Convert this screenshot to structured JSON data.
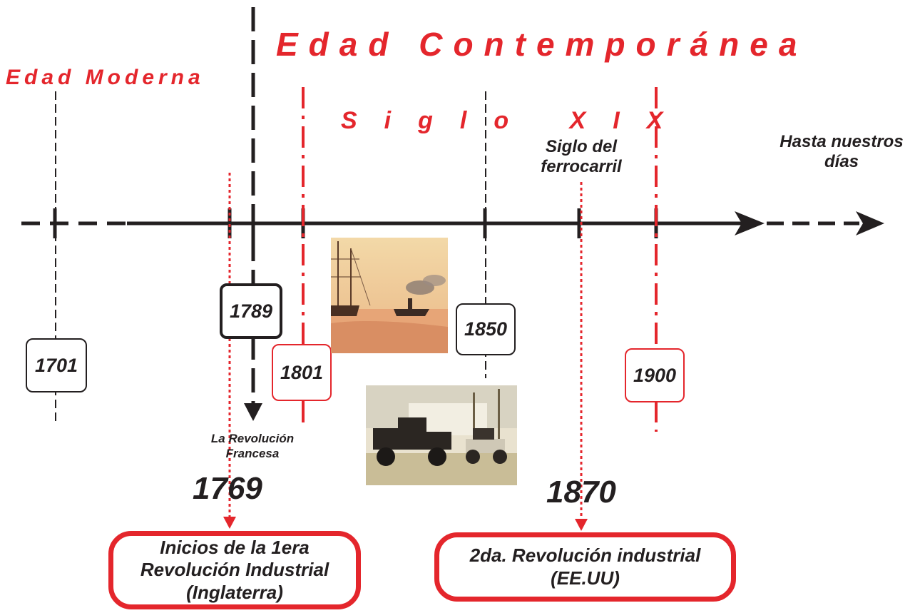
{
  "colors": {
    "accent": "#e4262c",
    "ink": "#231f20"
  },
  "eras": {
    "modern": "Edad Moderna",
    "contemporary": "Edad Contemporánea"
  },
  "century": "Siglo XIX",
  "railway_century": "Siglo del ferrocarril",
  "until_today": "Hasta nuestros días",
  "french_revolution": "La Revolución Francesa",
  "dates": {
    "d1701": "1701",
    "d1789": "1789",
    "d1801": "1801",
    "d1850": "1850",
    "d1900": "1900"
  },
  "events": [
    {
      "year": "1769",
      "label": "Inicios de la 1era Revolución Industrial (Inglaterra)"
    },
    {
      "year": "1870",
      "label": "2da. Revolución industrial (EE.UU)"
    }
  ],
  "images": [
    "steamship-photo",
    "vintage-trucks-photo"
  ]
}
